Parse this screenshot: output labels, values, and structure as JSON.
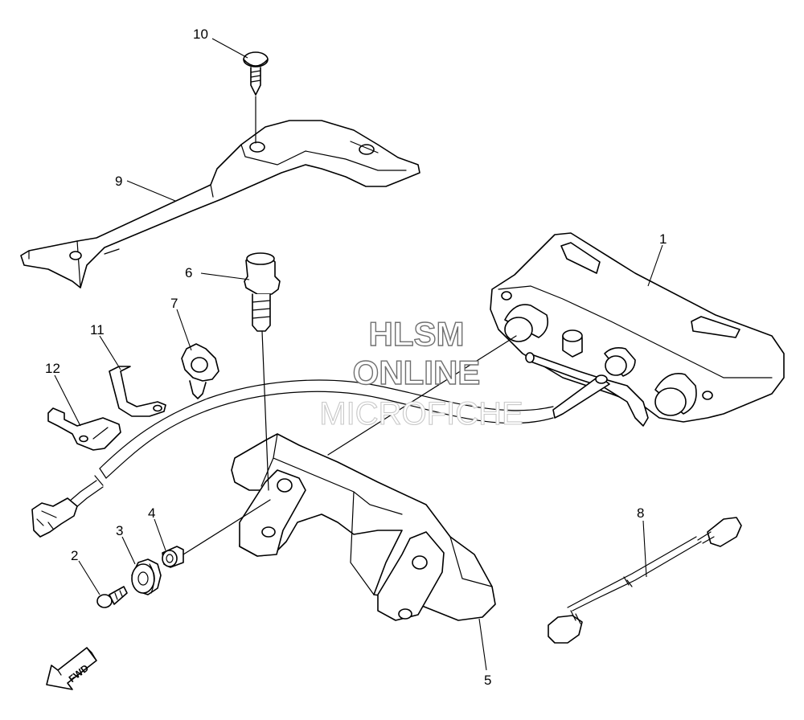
{
  "callouts": [
    {
      "id": "1",
      "label": "1"
    },
    {
      "id": "2",
      "label": "2"
    },
    {
      "id": "3",
      "label": "3"
    },
    {
      "id": "4",
      "label": "4"
    },
    {
      "id": "5",
      "label": "5"
    },
    {
      "id": "6",
      "label": "6"
    },
    {
      "id": "7",
      "label": "7"
    },
    {
      "id": "8",
      "label": "8"
    },
    {
      "id": "9",
      "label": "9"
    },
    {
      "id": "10",
      "label": "10"
    },
    {
      "id": "11",
      "label": "11"
    },
    {
      "id": "12",
      "label": "12"
    }
  ],
  "watermark": {
    "line1": "HLSM",
    "line2": "ONLINE",
    "line3": "MICROFICHE"
  },
  "direction_marker": {
    "label": "FWD"
  }
}
